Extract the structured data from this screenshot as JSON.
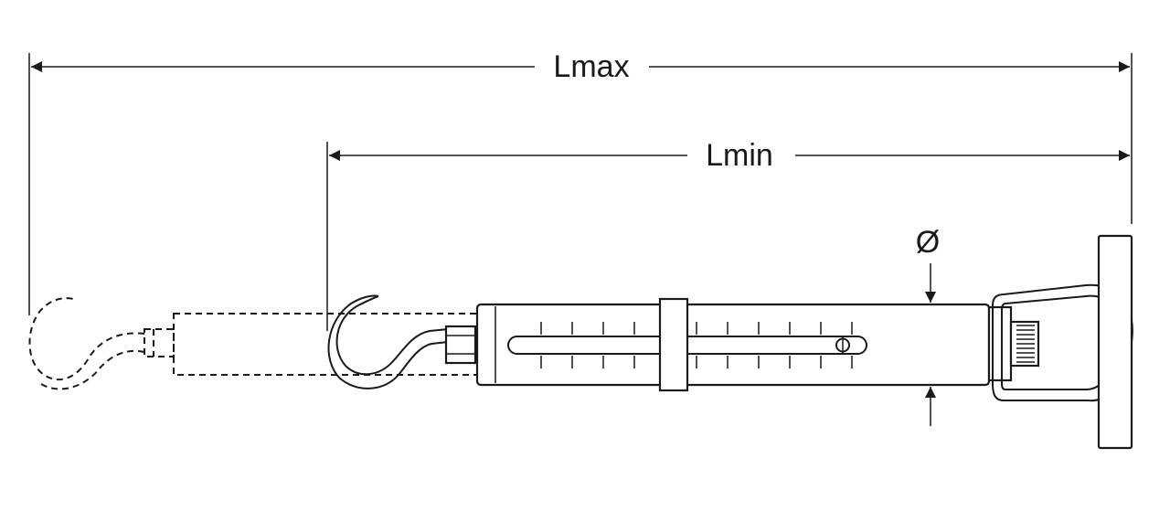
{
  "labels": {
    "lmax": "Lmax",
    "lmin": "Lmin",
    "diameter": "Ø"
  },
  "colors": {
    "line": "#1a1a1a",
    "background": "#ffffff"
  }
}
